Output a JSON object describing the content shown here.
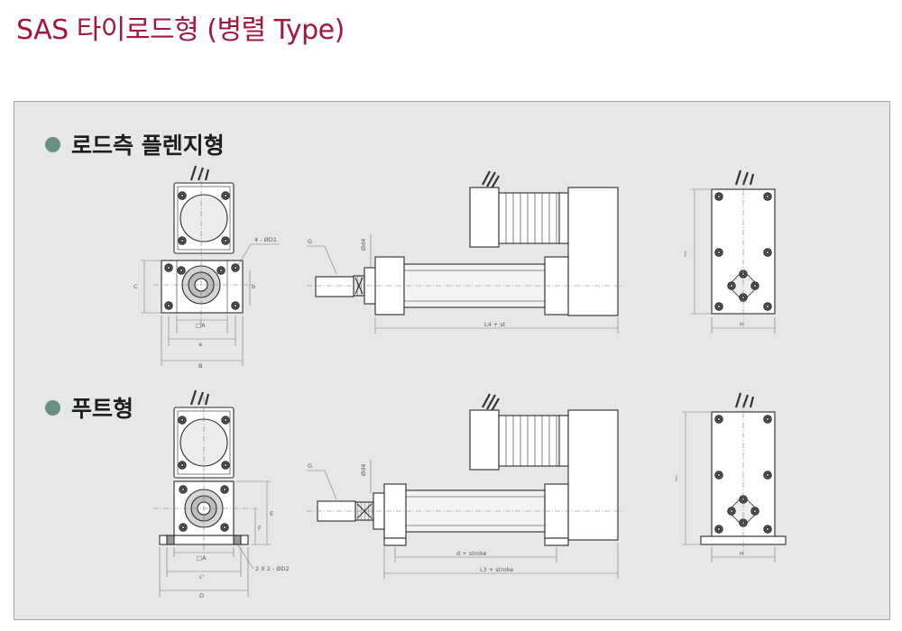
{
  "title": "SAS 타이로드형 (병렬 Type)",
  "sections": [
    {
      "label": "로드측 플렌지형"
    },
    {
      "label": "푸트형"
    }
  ],
  "dims": {
    "flange": {
      "hole": "4 - ØD1",
      "c": "C",
      "b": "b",
      "a_sq": "□A",
      "a": "a",
      "B": "B",
      "G": "G",
      "d4": "Ød4",
      "L4": "L4 + st",
      "J": "J",
      "H": "H"
    },
    "foot": {
      "E": "E",
      "F": "F",
      "a_sq": "□A",
      "c": "c'",
      "D": "D",
      "hole": "2 X 2 - ØD2",
      "G": "G",
      "d4": "Ød4",
      "d_stroke": "d + stroke",
      "L3": "L3 + stroke",
      "J": "J",
      "H": "H"
    }
  },
  "colors": {
    "title": "#a3173d",
    "panel": "#e6e8e8",
    "bullet": "#6a8f87",
    "line": "#2a2a2a"
  }
}
